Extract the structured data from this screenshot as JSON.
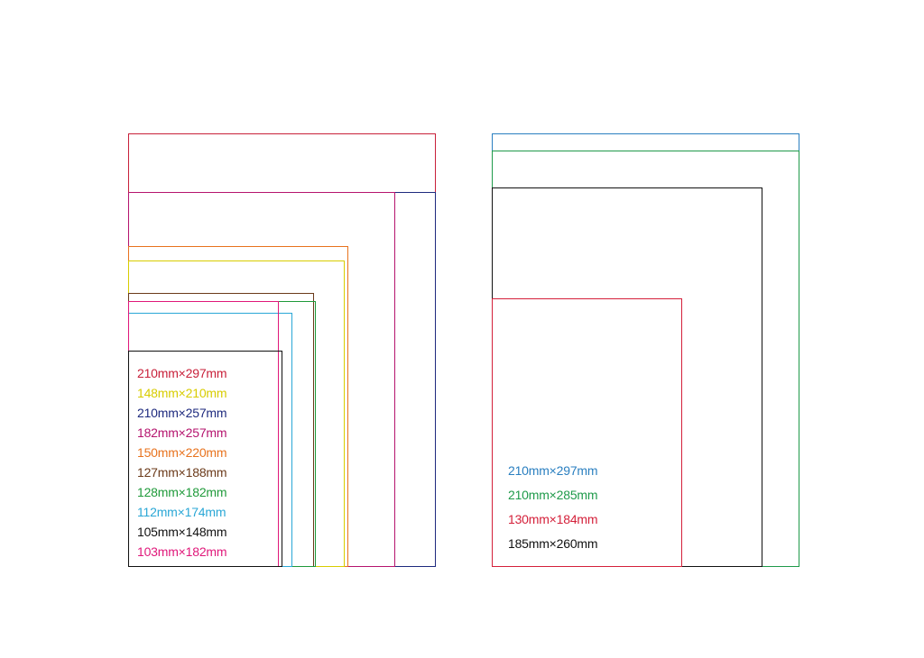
{
  "panels": [
    {
      "id": "left",
      "sizes": [
        {
          "label": "210mm×297mm",
          "width_mm": 210,
          "height_mm": 297,
          "color": "#c8203a"
        },
        {
          "label": "148mm×210mm",
          "width_mm": 148,
          "height_mm": 210,
          "color": "#d8cc00"
        },
        {
          "label": "210mm×257mm",
          "width_mm": 210,
          "height_mm": 257,
          "color": "#1e2a7e"
        },
        {
          "label": "182mm×257mm",
          "width_mm": 182,
          "height_mm": 257,
          "color": "#b5146e"
        },
        {
          "label": "150mm×220mm",
          "width_mm": 150,
          "height_mm": 220,
          "color": "#e8731e"
        },
        {
          "label": "127mm×188mm",
          "width_mm": 127,
          "height_mm": 188,
          "color": "#6b3a1a"
        },
        {
          "label": "128mm×182mm",
          "width_mm": 128,
          "height_mm": 182,
          "color": "#1f9a3a"
        },
        {
          "label": "112mm×174mm",
          "width_mm": 112,
          "height_mm": 174,
          "color": "#2aa7d6"
        },
        {
          "label": "105mm×148mm",
          "width_mm": 105,
          "height_mm": 148,
          "color": "#111111"
        },
        {
          "label": "103mm×182mm",
          "width_mm": 103,
          "height_mm": 182,
          "color": "#e0187a"
        }
      ]
    },
    {
      "id": "right",
      "sizes": [
        {
          "label": "210mm×297mm",
          "width_mm": 210,
          "height_mm": 297,
          "color": "#2a7fc0"
        },
        {
          "label": "210mm×285mm",
          "width_mm": 210,
          "height_mm": 285,
          "color": "#1f9a4a"
        },
        {
          "label": "130mm×184mm",
          "width_mm": 130,
          "height_mm": 184,
          "color": "#d4203a"
        },
        {
          "label": "185mm×260mm",
          "width_mm": 185,
          "height_mm": 260,
          "color": "#111111"
        }
      ]
    }
  ]
}
